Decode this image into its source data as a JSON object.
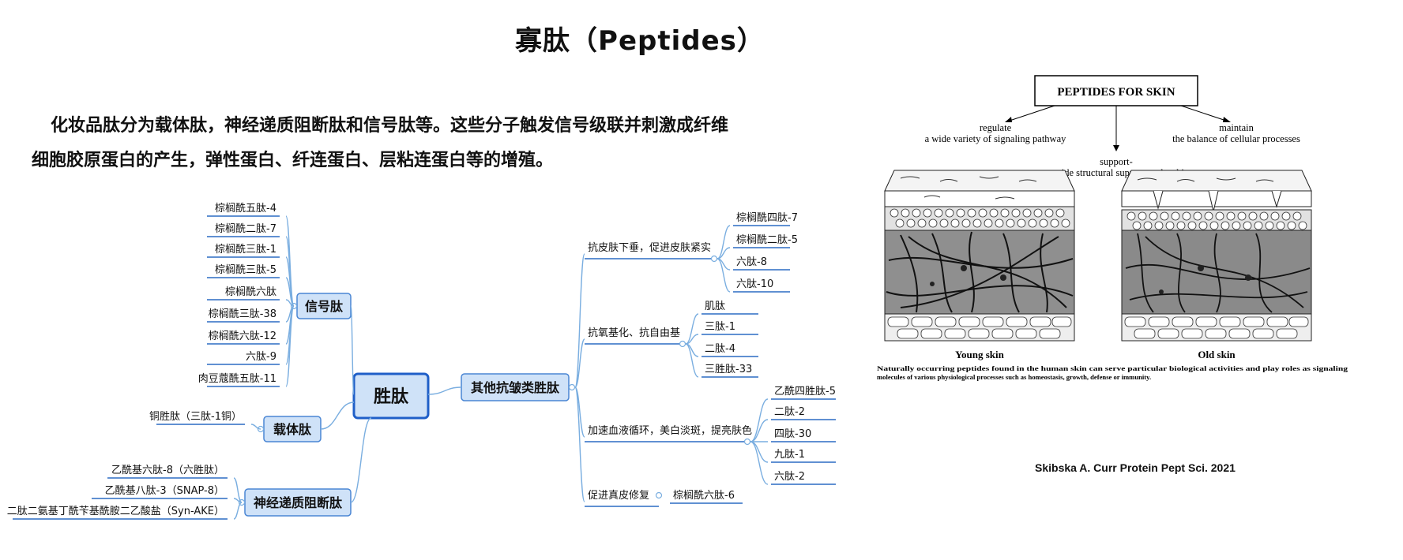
{
  "header": {
    "title": "寡肽（Peptides）"
  },
  "intro": {
    "line1": "化妆品肽分为载体肽，神经递质阻断肽和信号肽等。这些分子触发信号级联并刺激成纤维",
    "line2": "细胞胶原蛋白的产生，弹性蛋白、纤连蛋白、层粘连蛋白等的增殖。"
  },
  "mindmap": {
    "root": "胜肽",
    "branches": {
      "signal": {
        "label": "信号肽",
        "items": [
          "棕榈酰五肽-4",
          "棕榈酰二肽-7",
          "棕榈酰三肽-1",
          "棕榈酰三肽-5",
          "棕榈酰六肽",
          "棕榈酰三肽-38",
          "棕榈酰六肽-12",
          "六肽-9",
          "肉豆蔻酰五肽-11"
        ]
      },
      "carrier": {
        "label": "载体肽",
        "items": [
          "铜胜肽（三肽-1铜）"
        ]
      },
      "neuro": {
        "label": "神经递质阻断肽",
        "items": [
          "乙酰基六肽-8（六胜肽）",
          "乙酰基八肽-3（SNAP-8）",
          "二肽二氨基丁酰苄基酰胺二乙酸盐（Syn-AKE）"
        ]
      },
      "other": {
        "label": "其他抗皱类胜肽",
        "groups": [
          {
            "label": "抗皮肤下垂，促进皮肤紧实",
            "items": [
              "棕榈酰四肽-7",
              "棕榈酰二肽-5",
              "六肽-8",
              "六肽-10"
            ]
          },
          {
            "label": "抗氧基化、抗自由基",
            "items": [
              "肌肽",
              "三肽-1",
              "二肽-4",
              "三胜肽-33"
            ]
          },
          {
            "label": "加速血液循环，美白淡斑，提亮肤色",
            "items": [
              "乙酰四胜肽-5",
              "二肽-2",
              "四肽-30",
              "九肽-1",
              "六肽-2"
            ]
          },
          {
            "label": "促进真皮修复",
            "items": [
              "棕榈酰六肽-6"
            ]
          }
        ]
      }
    }
  },
  "figure": {
    "box_title": "PEPTIDES FOR SKIN",
    "left_label_1": "regulate",
    "left_label_2": "a wide variety of signaling pathway",
    "right_label_1": "maintain",
    "right_label_2": "the balance of cellular processes",
    "center_label_1": "support-",
    "center_label_2": "provide structural support to the skin",
    "young_label": "Young skin",
    "old_label": "Old skin",
    "caption_1": "Naturally occurring peptides found in the human skin can serve particular biological activities and play roles as signaling",
    "caption_2": "molecules of various physiological processes such as homeostasis, growth, defense or immunity."
  },
  "citation": "Skibska A. Curr Protein Pept Sci. 2021",
  "colors": {
    "link": "#7aaee0",
    "underline": "#2b6cc4",
    "node_fill": "#cfe2f8",
    "node_border": "#4a86d4",
    "root_border": "#1f5fc8"
  }
}
